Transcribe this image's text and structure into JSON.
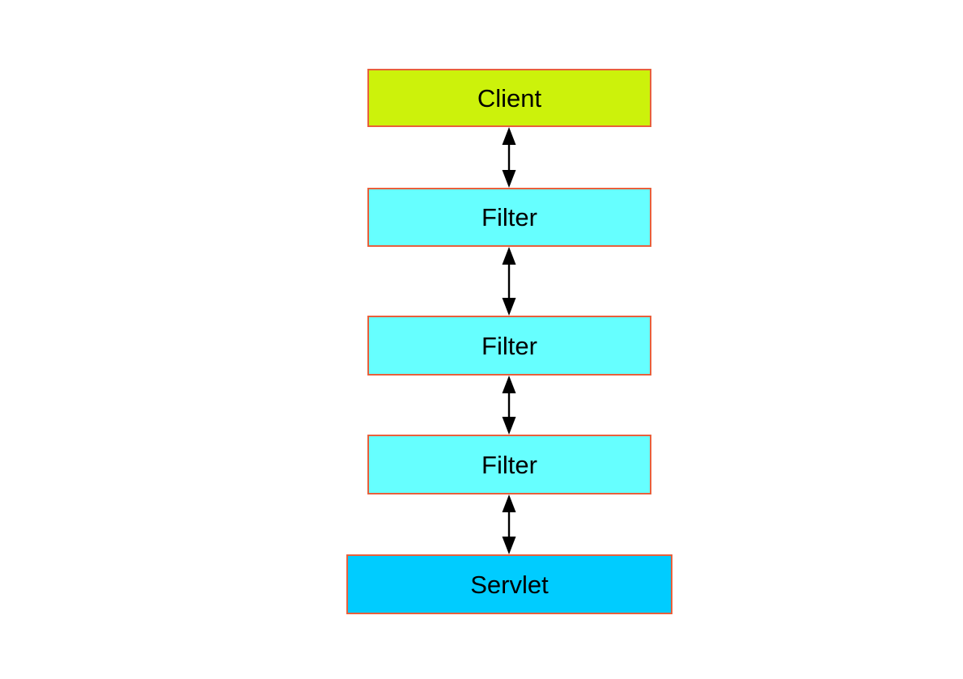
{
  "diagram": {
    "background_color": "#FFFFFF",
    "text_color": "#000000",
    "node_border_color": "#E8603C",
    "connector_color": "#000000",
    "nodes": [
      {
        "id": "client",
        "label": "Client",
        "fill": "#CCF20B"
      },
      {
        "id": "filter-1",
        "label": "Filter",
        "fill": "#66FFFF"
      },
      {
        "id": "filter-2",
        "label": "Filter",
        "fill": "#66FFFF"
      },
      {
        "id": "filter-3",
        "label": "Filter",
        "fill": "#66FFFF"
      },
      {
        "id": "servlet",
        "label": "Servlet",
        "fill": "#00CCFF"
      }
    ],
    "connectors": [
      {
        "from": "client",
        "to": "filter-1",
        "style": "double-headed-arrow"
      },
      {
        "from": "filter-1",
        "to": "filter-2",
        "style": "double-headed-arrow"
      },
      {
        "from": "filter-2",
        "to": "filter-3",
        "style": "double-headed-arrow"
      },
      {
        "from": "filter-3",
        "to": "servlet",
        "style": "double-headed-arrow"
      }
    ]
  }
}
